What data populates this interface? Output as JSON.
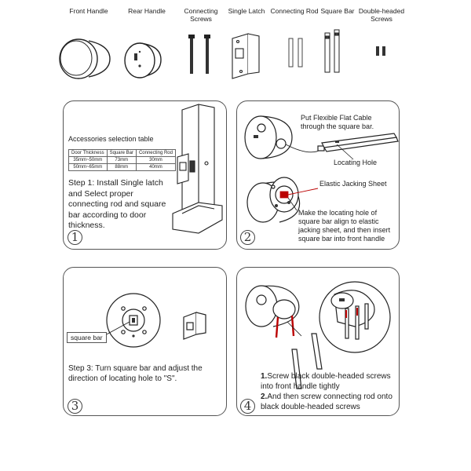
{
  "parts": [
    {
      "label": "Front Handle"
    },
    {
      "label": "Rear Handle"
    },
    {
      "label": "Connecting Screws"
    },
    {
      "label": "Single Latch"
    },
    {
      "label": "Connecting Rod"
    },
    {
      "label": "Square Bar"
    },
    {
      "label": "Double-headed Screws"
    }
  ],
  "step1": {
    "number": "1",
    "table_title": "Accessories selection table",
    "table_headers": [
      "Door Thickness",
      "Square Bar",
      "Connecting Rod"
    ],
    "table_rows": [
      [
        "35mm~50mm",
        "73mm",
        "30mm"
      ],
      [
        "50mm~65mm",
        "88mm",
        "40mm"
      ]
    ],
    "text": "Step 1: Install Single latch and Select proper connecting rod and square bar according to door thickness."
  },
  "step2": {
    "number": "2",
    "note_top": "Put Flexible Flat Cable through the square bar.",
    "locating_hole": "Locating Hole",
    "elastic_sheet": "Elastic Jacking Sheet",
    "text": "Make the locating hole of square bar align to elastic jacking sheet, and then insert square bar into front handle"
  },
  "step3": {
    "number": "3",
    "tag": "square bar",
    "text": "Step 3: Turn square bar and adjust the direction of locating hole to \"S\"."
  },
  "step4": {
    "number": "4",
    "line1_num": "1.",
    "line1": "Screw black double-headed screws into front handle tightly",
    "line2_num": "2.",
    "line2": "And then screw connecting rod onto black double-headed screws"
  }
}
